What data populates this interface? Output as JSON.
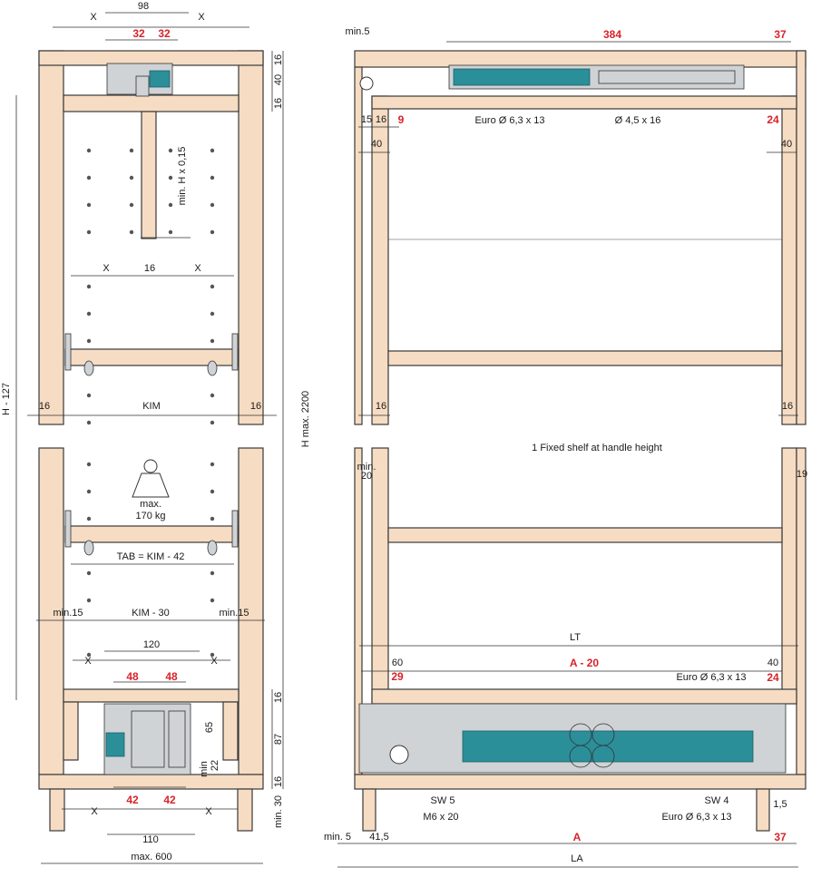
{
  "left": {
    "top_width": "98",
    "x": "X",
    "top_red_a": "32",
    "top_red_b": "32",
    "right_16a": "16",
    "right_40": "40",
    "right_16b": "16",
    "inner_vert": "min. H x 0,15",
    "mid_x": "X",
    "mid_16": "16",
    "left_height": "H - 127",
    "right_height": "H max. 2200",
    "side_16": "16",
    "kim": "KIM",
    "load_max": "max.",
    "load_kg": "170 kg",
    "tab": "TAB = KIM - 42",
    "min15": "min.15",
    "kim30": "KIM - 30",
    "w120": "120",
    "red48": "48",
    "d65": "65",
    "d22": "22",
    "dmin": "min",
    "d87": "87",
    "d16c": "16",
    "min30": "min. 30",
    "red42": "42",
    "w110": "110",
    "max600": "max. 600"
  },
  "right": {
    "min5": "min.5",
    "red384": "384",
    "red37": "37",
    "d15": "15",
    "d16": "16",
    "red9": "9",
    "euro_top": "Euro Ø 6,3 x 13",
    "screw_top": "Ø 4,5 x 16",
    "red24": "24",
    "d40": "40",
    "shelf_note": "1 Fixed shelf at handle height",
    "min20a": "min.",
    "min20b": "20",
    "d19": "19",
    "lt": "LT",
    "d60": "60",
    "red_a20": "A - 20",
    "red29": "29",
    "euro_low": "Euro Ø 6,3 x 13",
    "sw5": "SW 5",
    "m6": "M6 x 20",
    "sw4": "SW 4",
    "euro_bot": "Euro Ø 6,3 x 13",
    "d15b": "1,5",
    "min5b": "min. 5",
    "d415": "41,5",
    "red_a": "A",
    "red37b": "37",
    "la": "LA"
  },
  "colors": {
    "wood": "#f6dcc3",
    "teal": "#2b8f9a",
    "red": "#d8232a"
  }
}
